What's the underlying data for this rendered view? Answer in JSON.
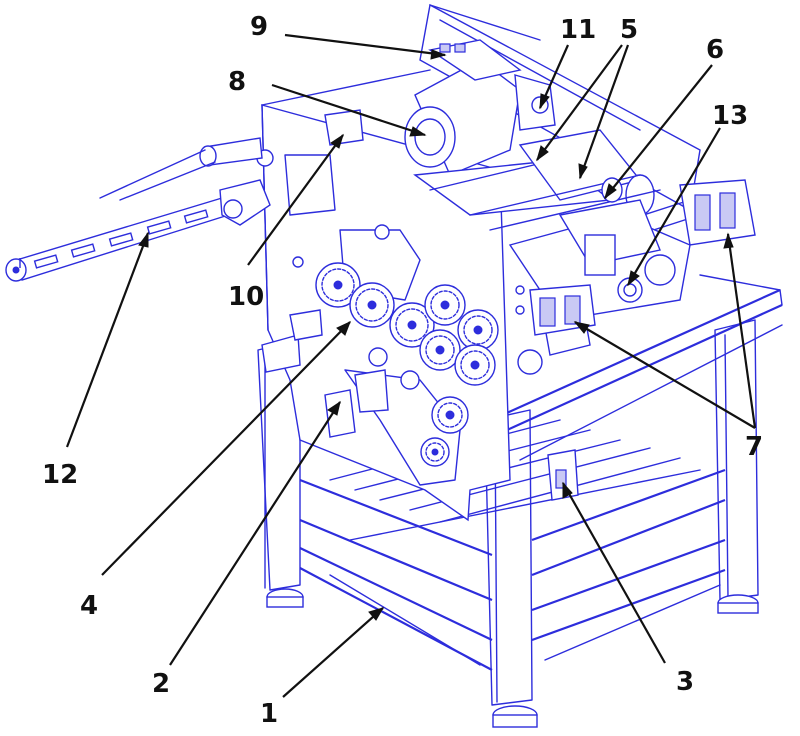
{
  "diagram": {
    "colors": {
      "line": "#2d2ddc",
      "label": "#111111",
      "background": "#ffffff"
    },
    "callouts": [
      {
        "id": "1",
        "label": "1"
      },
      {
        "id": "2",
        "label": "2"
      },
      {
        "id": "3",
        "label": "3"
      },
      {
        "id": "4",
        "label": "4"
      },
      {
        "id": "5",
        "label": "5"
      },
      {
        "id": "6",
        "label": "6"
      },
      {
        "id": "7",
        "label": "7"
      },
      {
        "id": "8",
        "label": "8"
      },
      {
        "id": "9",
        "label": "9"
      },
      {
        "id": "10",
        "label": "10"
      },
      {
        "id": "11",
        "label": "11"
      },
      {
        "id": "12",
        "label": "12"
      },
      {
        "id": "13",
        "label": "13"
      }
    ]
  }
}
